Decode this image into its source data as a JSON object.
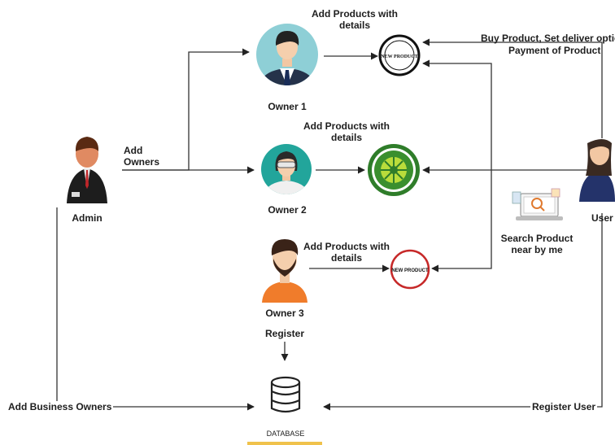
{
  "nodes": {
    "owner1": {
      "label": "Owner 1"
    },
    "owner2": {
      "label": "Owner 2"
    },
    "owner3": {
      "label": "Owner 3"
    },
    "admin": {
      "label": "Admin"
    },
    "user": {
      "label": "User"
    },
    "database": {
      "label": "DATABASE"
    }
  },
  "badges": {
    "product1": {
      "text": "NEW PRODUCT"
    },
    "product3": {
      "text": "NEW PRODUCT"
    }
  },
  "edges": {
    "admin_to_owners": "Add Owners",
    "owner1_products": "Add Products with details",
    "owner2_products": "Add Products with details",
    "owner3_products": "Add Products with details",
    "user_buy_line1": "Buy Product, Set deliver option",
    "user_buy_line2": "Payment of Product",
    "search_line1": "Search Product",
    "search_line2": "near by me",
    "owner3_register": "Register",
    "add_business_owners": "Add Business Owners",
    "register_user": "Register User"
  },
  "icons": [
    "owner-businessman-icon",
    "owner-goggles-icon",
    "owner-bearded-icon",
    "admin-icon",
    "user-icon",
    "search-laptop-icon",
    "database-icon",
    "new-product-badge-icon",
    "green-seal-badge-icon"
  ]
}
